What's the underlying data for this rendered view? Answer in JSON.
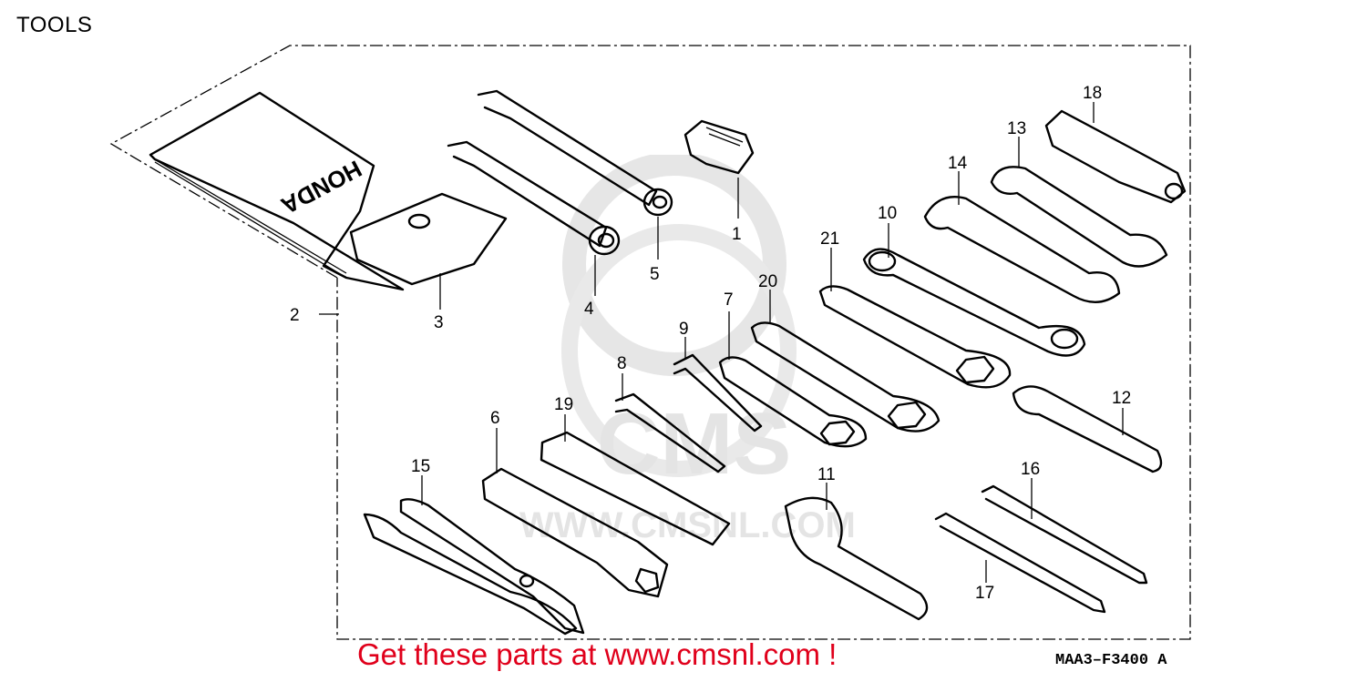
{
  "page": {
    "title": "TOOLS"
  },
  "diagram": {
    "logo_text": "HONDA",
    "watermark": {
      "brand": "CMS",
      "site": "WWW.CMSNL.COM"
    },
    "callouts": [
      {
        "id": "c1",
        "label": "1"
      },
      {
        "id": "c2",
        "label": "2"
      },
      {
        "id": "c3",
        "label": "3"
      },
      {
        "id": "c4",
        "label": "4"
      },
      {
        "id": "c5",
        "label": "5"
      },
      {
        "id": "c6",
        "label": "6"
      },
      {
        "id": "c7",
        "label": "7"
      },
      {
        "id": "c8",
        "label": "8"
      },
      {
        "id": "c9",
        "label": "9"
      },
      {
        "id": "c10",
        "label": "10"
      },
      {
        "id": "c11",
        "label": "11"
      },
      {
        "id": "c12",
        "label": "12"
      },
      {
        "id": "c13",
        "label": "13"
      },
      {
        "id": "c14",
        "label": "14"
      },
      {
        "id": "c15",
        "label": "15"
      },
      {
        "id": "c16",
        "label": "16"
      },
      {
        "id": "c17",
        "label": "17"
      },
      {
        "id": "c18",
        "label": "18"
      },
      {
        "id": "c19",
        "label": "19"
      },
      {
        "id": "c20",
        "label": "20"
      },
      {
        "id": "c21",
        "label": "21"
      }
    ]
  },
  "footer": {
    "link_text": "Get these parts at www.cmsnl.com !",
    "diagram_code": "MAA3–F3400 A"
  }
}
